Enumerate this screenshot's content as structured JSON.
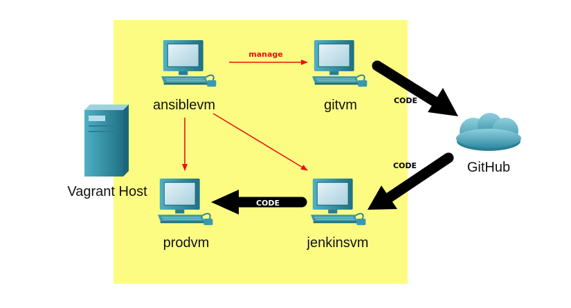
{
  "colors": {
    "zone_fill": "#fcfc83",
    "manage_arrow": "#e8120c",
    "code_arrow": "#000000",
    "monitor_body": "#2e8fa3",
    "screen": "#c5e0ea",
    "tower": "#3a8ea0",
    "cloud": "#4aa2b8"
  },
  "nodes": {
    "ansiblevm": {
      "label": "ansiblevm",
      "icon": "desktop-computer-icon"
    },
    "gitvm": {
      "label": "gitvm",
      "icon": "desktop-computer-icon"
    },
    "prodvm": {
      "label": "prodvm",
      "icon": "desktop-computer-icon"
    },
    "jenkinsvm": {
      "label": "jenkinsvm",
      "icon": "desktop-computer-icon"
    },
    "vagrant_host": {
      "label": "Vagrant Host",
      "icon": "server-tower-icon"
    },
    "github": {
      "label": "GitHub",
      "icon": "cloud-icon"
    }
  },
  "edges": {
    "manage": {
      "label": "manage"
    },
    "code_git_github": {
      "label": "CODE"
    },
    "code_github_jenkins": {
      "label": "CODE"
    },
    "code_jenkins_prod": {
      "label": "CODE"
    }
  }
}
